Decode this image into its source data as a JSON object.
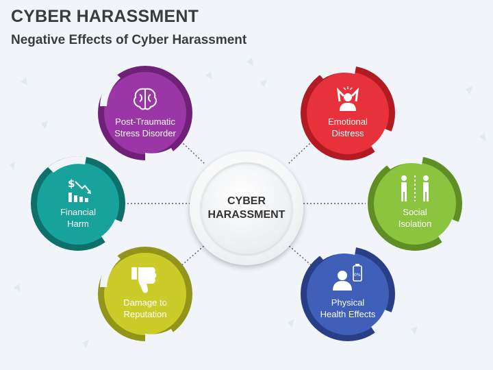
{
  "title": "CYBER HARASSMENT",
  "subtitle": "Negative Effects of Cyber Harassment",
  "center": {
    "label": "CYBER\nHARASSMENT"
  },
  "nodes": [
    {
      "id": "ptsd",
      "label": "Post-Traumatic\nStress Disorder",
      "icon": "brain-icon",
      "color": "#9b36a6",
      "dark": "#6f2178"
    },
    {
      "id": "emotional",
      "label": "Emotional\nDistress",
      "icon": "stressed-person-icon",
      "color": "#e8323b",
      "dark": "#b31b24"
    },
    {
      "id": "financial",
      "label": "Financial\nHarm",
      "icon": "money-decline-icon",
      "color": "#17a39b",
      "dark": "#0f6f69"
    },
    {
      "id": "social",
      "label": "Social\nIsolation",
      "icon": "isolated-people-icon",
      "color": "#8bc43f",
      "dark": "#5f8f24"
    },
    {
      "id": "reputation",
      "label": "Damage to\nReputation",
      "icon": "thumbs-down-icon",
      "color": "#cbcb2a",
      "dark": "#93941a"
    },
    {
      "id": "physical",
      "label": "Physical\nHealth Effects",
      "icon": "low-battery-person-icon",
      "color": "#3f5fb8",
      "dark": "#283f86"
    }
  ]
}
